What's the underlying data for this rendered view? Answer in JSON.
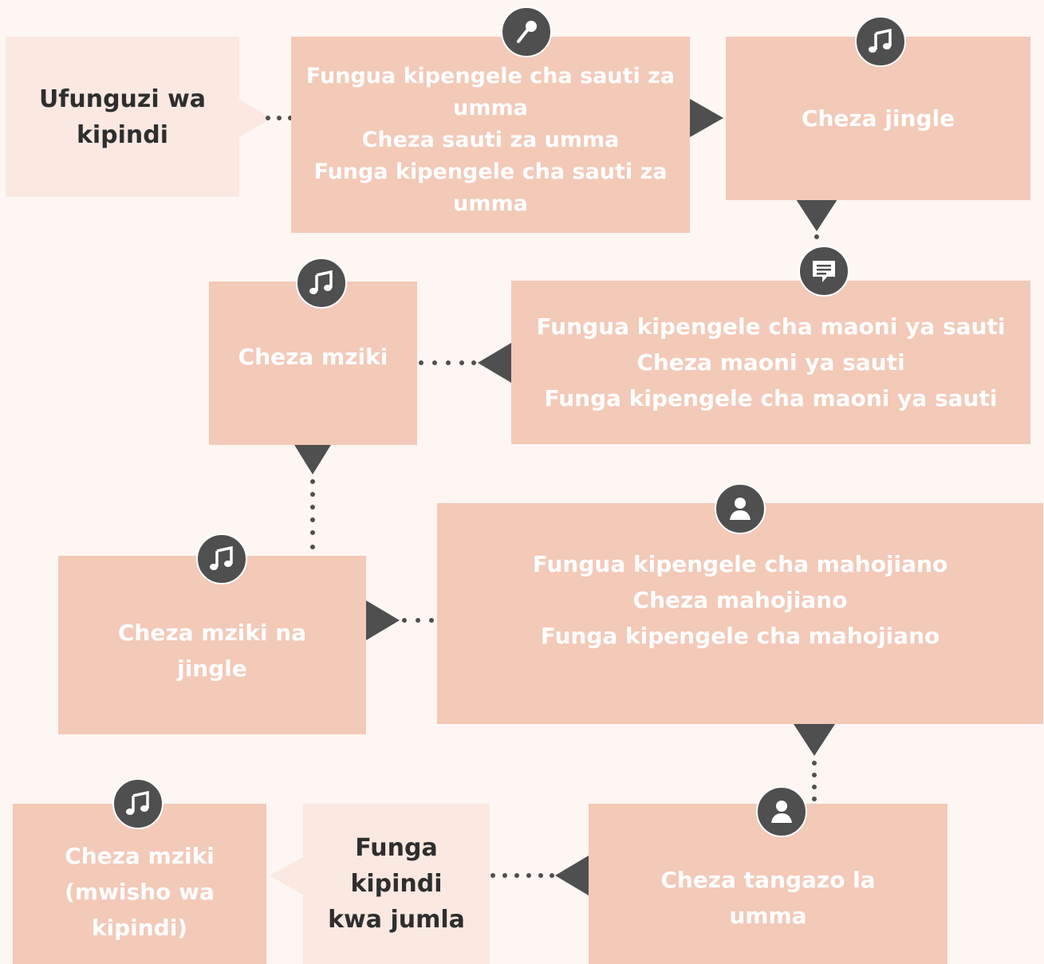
{
  "nodes": {
    "intro": {
      "lines": [
        "Ufunguzi wa",
        "kipindi"
      ]
    },
    "public_voices": {
      "lines": [
        "Fungua kipengele cha sauti za",
        "umma",
        "Cheza sauti za umma",
        "Funga kipengele cha sauti za",
        "umma"
      ],
      "icon": "microphone-icon"
    },
    "jingle_1": {
      "lines": [
        "Cheza jingle"
      ],
      "icon": "music-note-icon"
    },
    "voice_comments": {
      "lines": [
        "Fungua kipengele cha maoni ya sauti",
        "Cheza maoni ya sauti",
        "Funga kipengele cha maoni ya sauti"
      ],
      "icon": "comment-icon"
    },
    "music_1": {
      "lines": [
        "Cheza mziki"
      ],
      "icon": "music-note-icon"
    },
    "music_jingle": {
      "lines": [
        "Cheza mziki na",
        "jingle"
      ],
      "icon": "music-note-icon"
    },
    "interviews": {
      "lines": [
        "Fungua kipengele cha mahojiano",
        "Cheza mahojiano",
        "Funga kipengele cha mahojiano"
      ],
      "icon": "person-icon"
    },
    "public_ad": {
      "lines": [
        "Cheza tangazo la",
        "umma"
      ],
      "icon": "person-icon"
    },
    "close_show": {
      "lines": [
        "Funga",
        "kipindi",
        "kwa jumla"
      ]
    },
    "music_end": {
      "lines": [
        "Cheza mziki",
        "(mwisho wa",
        "kipindi)"
      ],
      "icon": "music-note-icon"
    }
  },
  "colors": {
    "box": "#f3c9b8",
    "light_box": "#fae8e1",
    "connector": "#4f4f4f",
    "background": "#fdf6f3"
  }
}
